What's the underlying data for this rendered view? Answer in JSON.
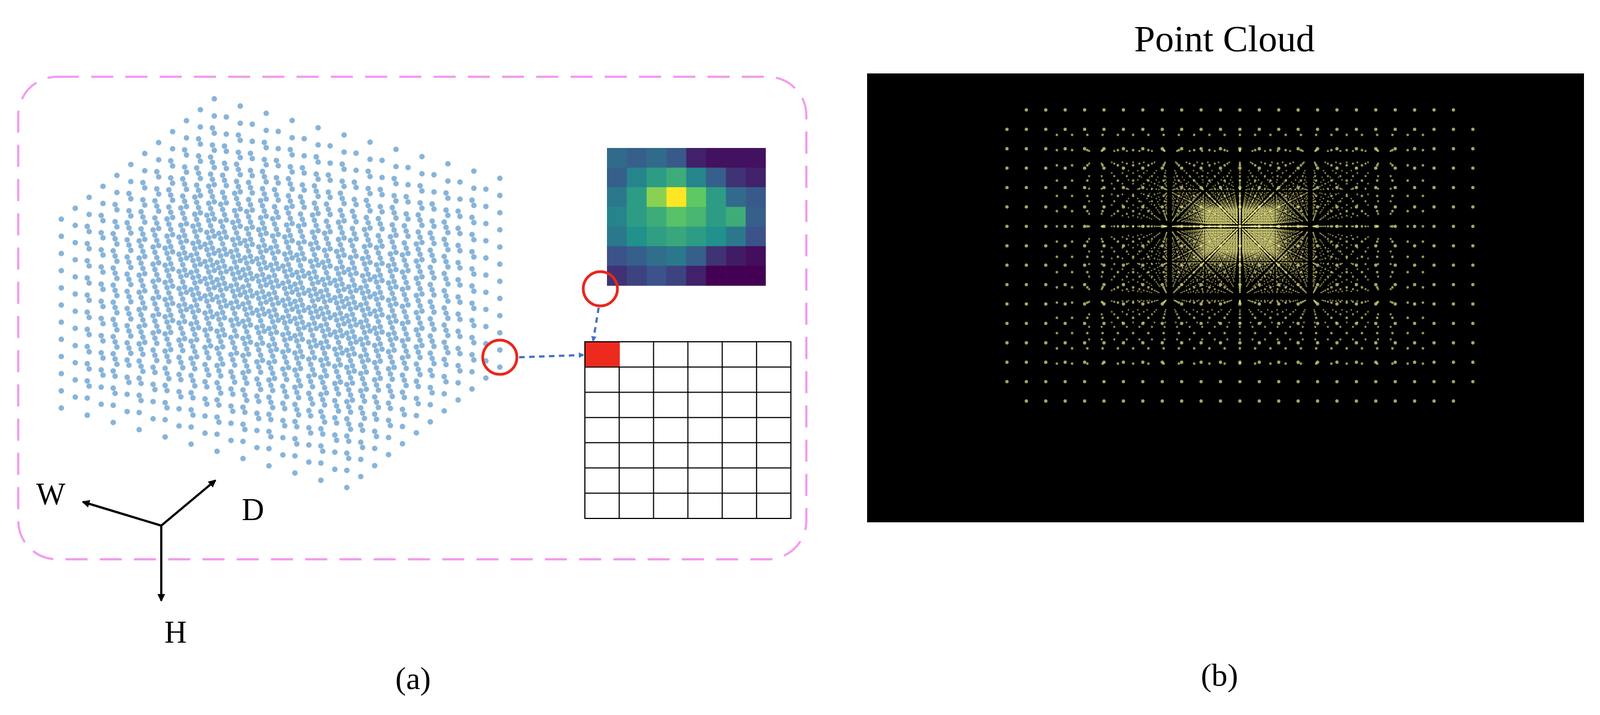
{
  "diagram": {
    "labels": [
      "W",
      "D",
      "H",
      "(a)",
      "Point Cloud",
      "(b)"
    ]
  }
}
